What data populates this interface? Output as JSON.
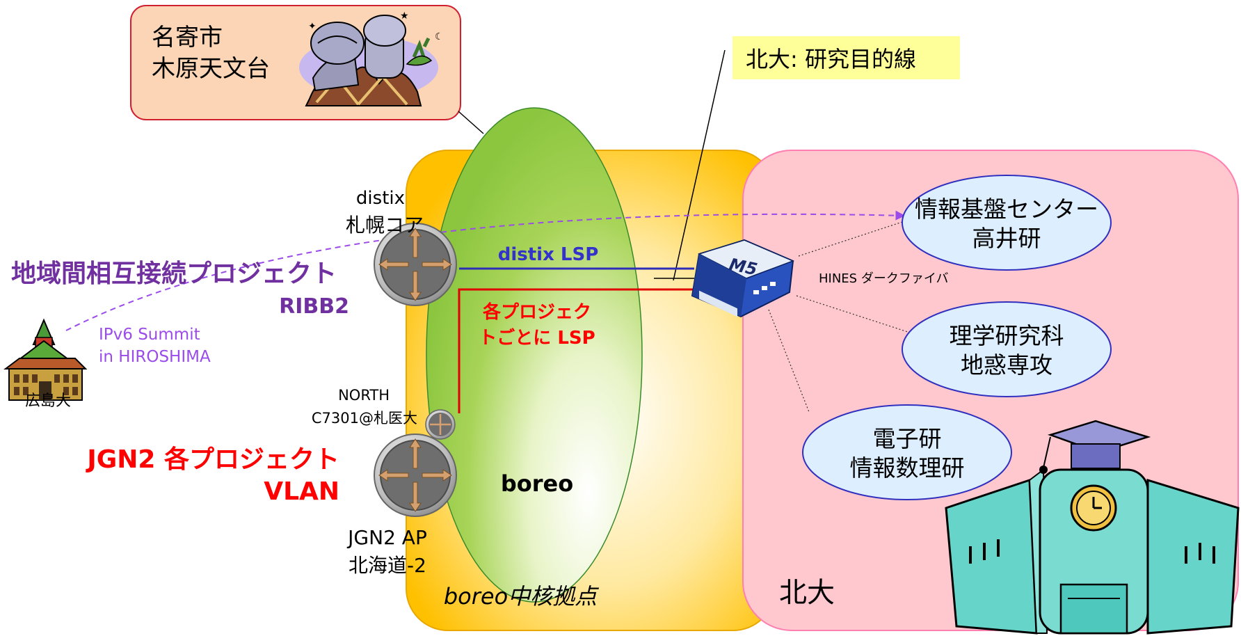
{
  "observatory": {
    "line1": "名寄市",
    "line2": "木原天文台"
  },
  "research_line_label": "北大: 研究目的線",
  "distix_router": {
    "line1": "distix",
    "line2": "札幌コア"
  },
  "region_project": {
    "line1": "地域間相互接続プロジェクト",
    "line2": "RIBB2"
  },
  "ipv6_summit": {
    "line1": "IPv6 Summit",
    "line2": "in HIROSHIMA"
  },
  "hiroshima_label": "広島大",
  "north_router": {
    "line1": "NORTH",
    "line2": "C7301@札医大"
  },
  "jgn2_project": {
    "line1": "JGN2 各プロジェクト",
    "line2": "VLAN"
  },
  "jgn2_ap": {
    "line1": "JGN2 AP",
    "line2": "北海道-2"
  },
  "distix_lsp_label": "distix LSP",
  "project_lsp": {
    "line1": "各プロジェク",
    "line2": "トごとに LSP"
  },
  "boreo_label": "boreo",
  "boreo_core_label": "boreo中核拠点",
  "m5_label": "M5",
  "hines_label": "HINES ダークファイバ",
  "lab_info": {
    "line1": "情報基盤センター",
    "line2": "高井研"
  },
  "lab_science": {
    "line1": "理学研究科",
    "line2": "地惑専攻"
  },
  "lab_electronics": {
    "line1": "電子研",
    "line2": "情報数理研"
  },
  "hokudai_label": "北大",
  "colors": {
    "purple": "#7030A0",
    "red": "#FF0000",
    "blue": "#3333CC",
    "orange_box": "#FBD5B5",
    "yellow_zone": "#FFC000",
    "pink_zone": "#FFC7CE",
    "green_ellipse": "#92D050",
    "lab_fill": "#DDEFFF",
    "label_highlight": "#FFFF99"
  },
  "icons": [
    "observatory-icon",
    "router-icon",
    "m5-router-icon",
    "clock-tower-icon",
    "university-building-icon"
  ]
}
